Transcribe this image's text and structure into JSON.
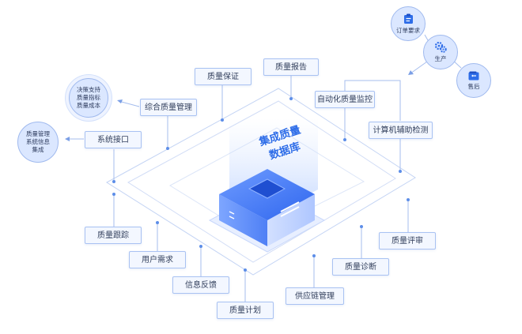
{
  "core": {
    "line1": "集成质量",
    "line2": "数据库"
  },
  "modules": {
    "quality_report": "质量报告",
    "quality_assurance": "质量保证",
    "integrated_mgmt": "综合质量管理",
    "system_interface": "系统接口",
    "auto_monitor": "自动化质量监控",
    "cad_test": "计算机辅助检测",
    "quality_tracking": "质量跟踪",
    "user_needs": "用户需求",
    "info_feedback": "信息反馈",
    "quality_plan": "质量计划",
    "supply_chain": "供应链管理",
    "quality_diagnosis": "质量诊断",
    "quality_review": "质量评审"
  },
  "decision_circle": {
    "lines": [
      "决策支持",
      "质量指标",
      "质量成本"
    ]
  },
  "integration_circle": {
    "lines": [
      "质量管理",
      "系统信息",
      "集成"
    ]
  },
  "satellites": {
    "order": {
      "label": "订单要求",
      "icon": "clipboard-icon"
    },
    "production": {
      "label": "生产",
      "icon": "gears-icon"
    },
    "after_sales": {
      "label": "售后",
      "icon": "wallet-icon"
    }
  },
  "colors": {
    "accent": "#2e6de8",
    "box_border": "#a9c2f2",
    "line": "#9ab6ea",
    "circle_fill": "#dbe7ff"
  }
}
